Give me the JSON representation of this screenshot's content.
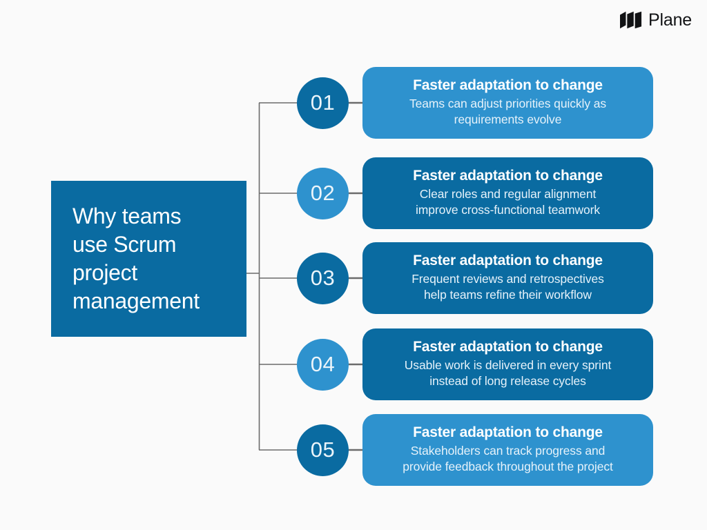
{
  "brand": {
    "name": "Plane",
    "logo_icon": "plane-logo-icon"
  },
  "title": {
    "text": "Why teams use Scrum project management",
    "line_1": "Why teams",
    "line_2": "use Scrum",
    "line_3": "project",
    "line_4": "management"
  },
  "colors": {
    "background": "#fafafa",
    "dark_blue": "#0a6ba1",
    "light_blue": "#2e92ce",
    "connector_line": "#6b6b6b",
    "title_text": "#ffffff",
    "card_text": "#ffffff",
    "card_desc_text": "#e6f2fa",
    "brand_text": "#111214"
  },
  "items": [
    {
      "number": "01",
      "badge_style": "dark",
      "card_style": "light",
      "title": "Faster adaptation to change",
      "desc_line_1": "Teams can adjust priorities quickly as",
      "desc_line_2": "requirements evolve"
    },
    {
      "number": "02",
      "badge_style": "light",
      "card_style": "dark",
      "title": "Faster adaptation to change",
      "desc_line_1": "Clear roles and regular alignment",
      "desc_line_2": "improve cross-functional teamwork"
    },
    {
      "number": "03",
      "badge_style": "dark",
      "card_style": "dark",
      "title": "Faster adaptation to change",
      "desc_line_1": "Frequent reviews and retrospectives",
      "desc_line_2": "help teams refine their workflow"
    },
    {
      "number": "04",
      "badge_style": "light",
      "card_style": "dark",
      "title": "Faster adaptation to change",
      "desc_line_1": "Usable work is delivered in every sprint",
      "desc_line_2": "instead of long release cycles"
    },
    {
      "number": "05",
      "badge_style": "dark",
      "card_style": "light",
      "title": "Faster adaptation to change",
      "desc_line_1": "Stakeholders can track progress and",
      "desc_line_2": "provide feedback throughout the project"
    }
  ]
}
